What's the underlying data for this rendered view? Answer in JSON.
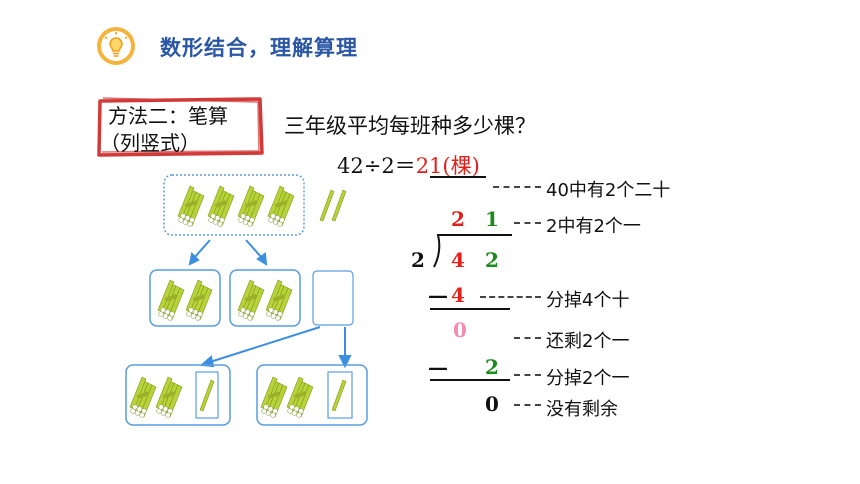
{
  "header": {
    "title": "数形结合，理解算理",
    "icon": "lightbulb-icon"
  },
  "method": {
    "line1": "方法二：笔算",
    "line2": "（列竖式）"
  },
  "question": "三年级平均每班种多少棵？",
  "equation": {
    "expr": "42÷2＝",
    "answer": "21(棵)"
  },
  "division": {
    "divisor": "2",
    "dividend_tens": "4",
    "dividend_ones": "2",
    "quotient_tens": "2",
    "quotient_ones": "1",
    "step1_sub": "4",
    "step1_rem": "0",
    "step2_sub": "2",
    "step2_rem": "0",
    "minus_sign": "—"
  },
  "notes": {
    "n1": "40中有2个二十",
    "n2": "2中有2个一",
    "n3": "分掉4个十",
    "n4": "还剩2个一",
    "n5": "分掉2个一",
    "n6": "没有剩余"
  },
  "colors": {
    "title": "#2a57a5",
    "answer": "#e0201b",
    "tens_digit": "#e0201b",
    "ones_digit": "#1c8a1c",
    "remainder": "#f58bb0",
    "box_border": "#5a9de0",
    "arrow": "#3c8ee0",
    "stick": "#b8d23a"
  }
}
